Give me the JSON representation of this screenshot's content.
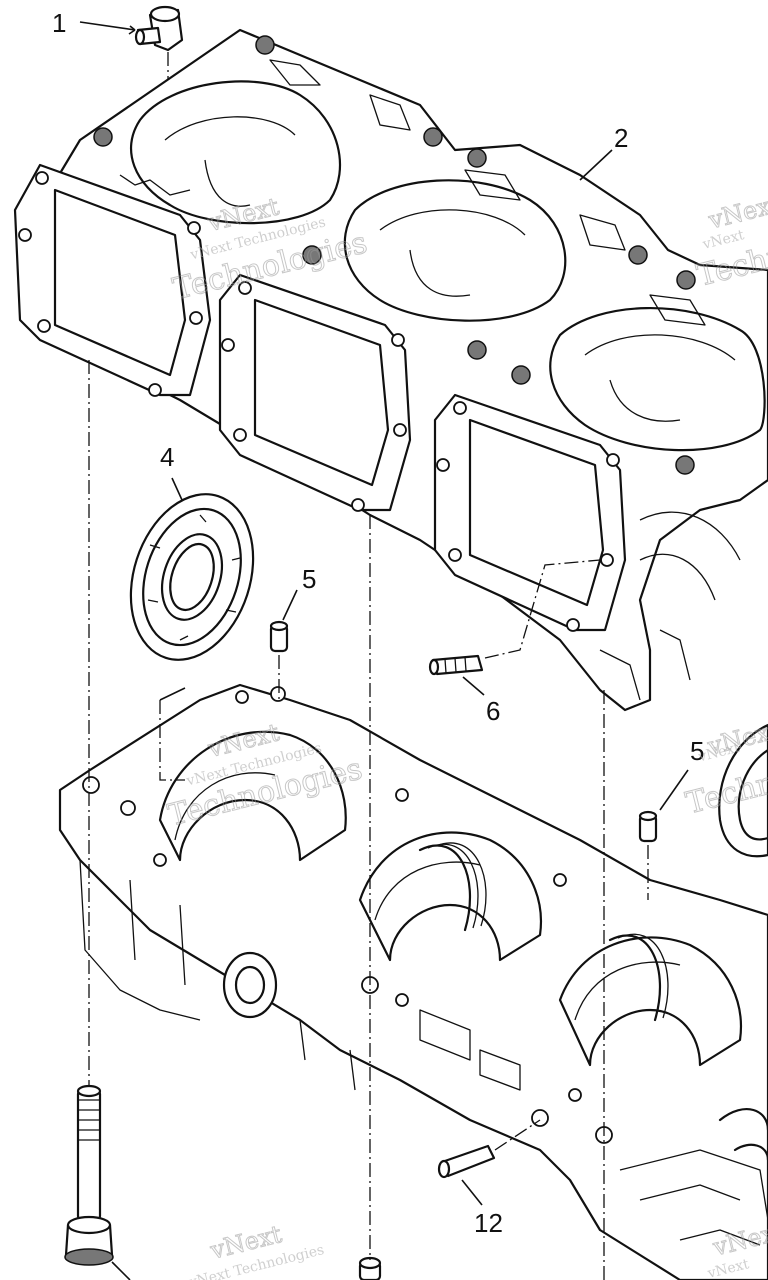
{
  "callouts": {
    "c1": "1",
    "c2": "2",
    "c4": "4",
    "c5a": "5",
    "c6": "6",
    "c5b": "5",
    "c12": "12"
  },
  "watermarks": {
    "line1": "vNext",
    "line2": "Technologies"
  }
}
